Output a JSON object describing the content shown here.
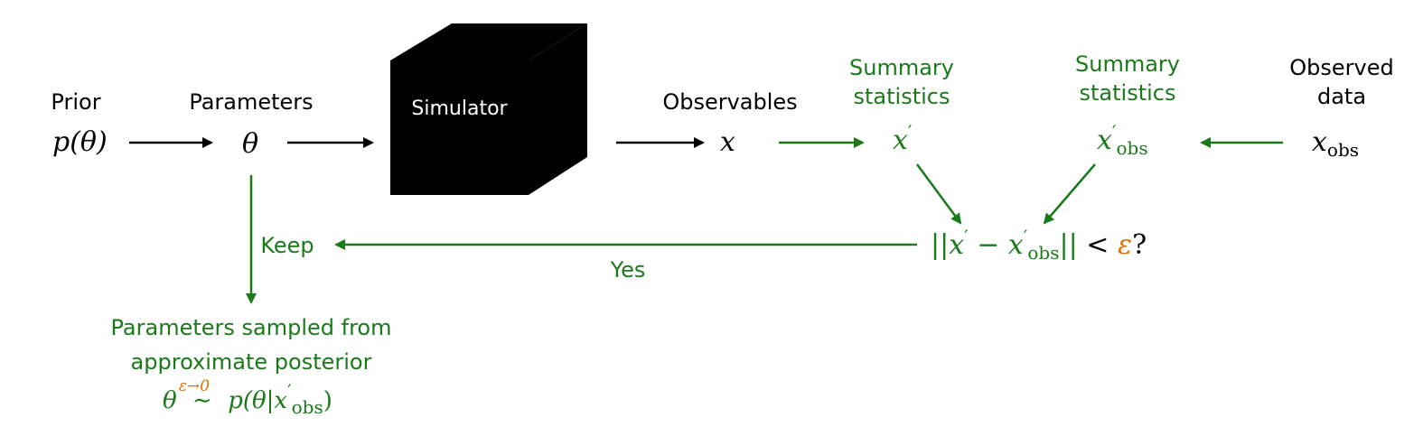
{
  "colors": {
    "black": "#000000",
    "green": "#1a7a1a",
    "orange": "#e07000"
  },
  "prior": {
    "label": "Prior",
    "expr": "p(θ)"
  },
  "parameters": {
    "label": "Parameters",
    "symbol": "θ"
  },
  "simulator": {
    "label": "Simulator"
  },
  "observables": {
    "label": "Observables",
    "symbol": "x"
  },
  "summary_sim": {
    "line1": "Summary",
    "line2": "statistics",
    "symbol": "x",
    "prime": "′"
  },
  "summary_obs": {
    "line1": "Summary",
    "line2": "statistics",
    "symbol": "x",
    "prime": "′",
    "sub": "obs"
  },
  "observed": {
    "line1": "Observed",
    "line2": "data",
    "symbol": "x",
    "sub": "obs"
  },
  "comparison": {
    "open": "||",
    "x": "x",
    "prime": "′",
    "minus": "−",
    "x2": "x",
    "prime2": "′",
    "sub": "obs",
    "close": "||",
    "lt": "<",
    "epsilon": "ε",
    "q": "?"
  },
  "keep": {
    "label": "Keep"
  },
  "yes": {
    "label": "Yes"
  },
  "result": {
    "line1": "Parameters sampled from",
    "line2": "approximate posterior",
    "theta": "θ",
    "limit": "ε→0",
    "tilde": "∼",
    "p_open": "p(θ|",
    "x": "x",
    "prime": "′",
    "sub": "obs",
    "p_close": ")"
  }
}
